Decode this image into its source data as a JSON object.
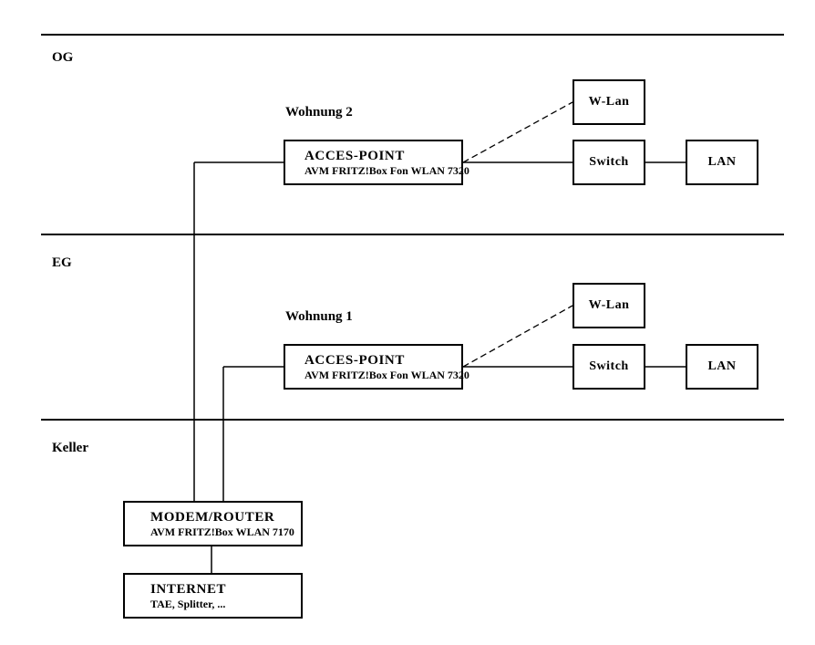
{
  "colors": {
    "line": "#000000",
    "background": "#ffffff",
    "text": "#000000"
  },
  "floors": {
    "og": {
      "label": "OG"
    },
    "eg": {
      "label": "EG"
    },
    "keller": {
      "label": "Keller"
    }
  },
  "apartments": {
    "wohnung2": {
      "label": "Wohnung 2"
    },
    "wohnung1": {
      "label": "Wohnung 1"
    }
  },
  "nodes": {
    "og_access_point": {
      "title": "ACCES-POINT",
      "subtitle": "AVM FRITZ!Box Fon WLAN 7320"
    },
    "og_wlan": {
      "label": "W-Lan"
    },
    "og_switch": {
      "label": "Switch"
    },
    "og_lan": {
      "label": "LAN"
    },
    "eg_access_point": {
      "title": "ACCES-POINT",
      "subtitle": "AVM FRITZ!Box Fon WLAN 7320"
    },
    "eg_wlan": {
      "label": "W-Lan"
    },
    "eg_switch": {
      "label": "Switch"
    },
    "eg_lan": {
      "label": "LAN"
    },
    "modem_router": {
      "title": "MODEM/ROUTER",
      "subtitle": "AVM FRITZ!Box WLAN 7170"
    },
    "internet": {
      "title": "INTERNET",
      "subtitle": "TAE, Splitter, ..."
    }
  }
}
